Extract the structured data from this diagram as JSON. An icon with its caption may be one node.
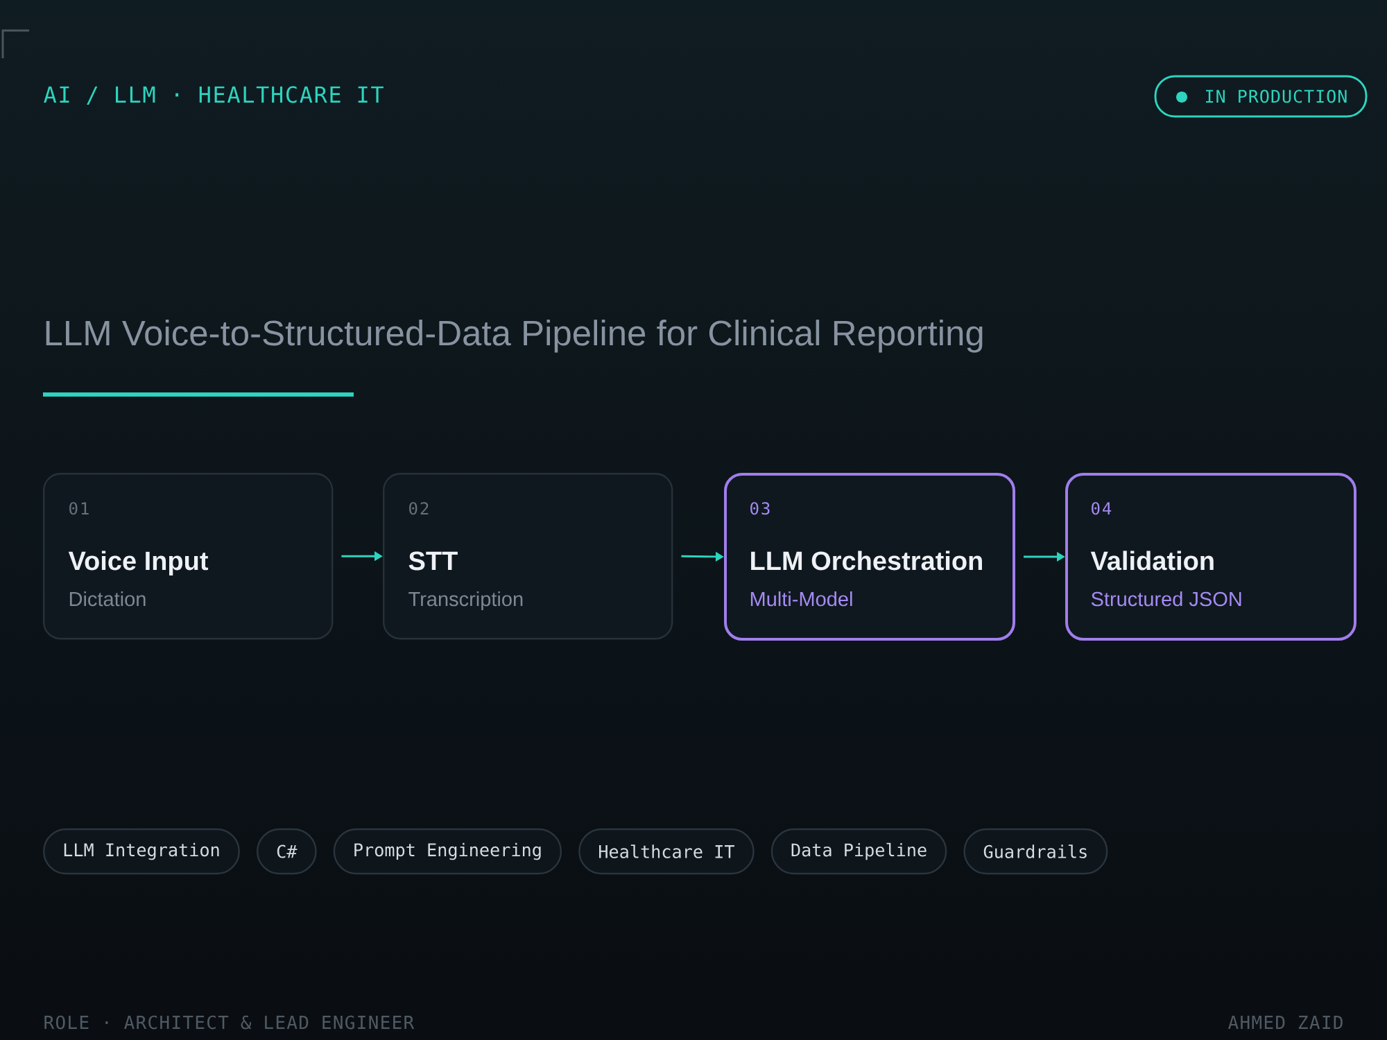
{
  "diagram": {
    "title": "LLM Voice-to-Structured-Data Pipeline for Clinical Reporting",
    "nodes": [
      {
        "text": [
          "IN PRODUCTION"
        ]
      },
      {
        "text": [
          "01",
          "Voice Input",
          "Dictation"
        ]
      },
      {
        "text": [
          "02",
          "STT",
          "Transcription"
        ]
      },
      {
        "text": [
          "03",
          "LLM Orchestration",
          "Multi-Model"
        ]
      },
      {
        "text": [
          "04",
          "Validation",
          "Structured JSON"
        ]
      },
      {
        "text": [
          "LLM Integration"
        ]
      },
      {
        "text": [
          "C#"
        ]
      },
      {
        "text": [
          "Prompt Engineering"
        ]
      },
      {
        "text": [
          "Healthcare IT"
        ]
      },
      {
        "text": [
          "Data Pipeline"
        ]
      },
      {
        "text": [
          "Guardrails"
        ]
      }
    ],
    "edges": [
      {
        "from": 1,
        "to": 2,
        "arrow": "to"
      },
      {
        "from": 2,
        "to": 3,
        "arrow": "to"
      },
      {
        "from": 3,
        "to": 4,
        "arrow": "to"
      }
    ],
    "labels": [
      "AI / LLM · HEALTHCARE IT",
      "ROLE · ARCHITECT & LEAD ENGINEER",
      "AHMED ZAID"
    ]
  }
}
